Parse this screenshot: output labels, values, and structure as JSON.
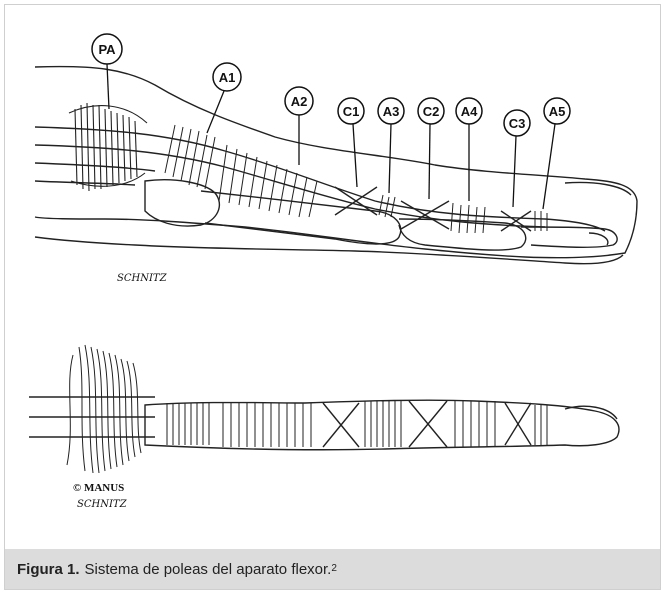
{
  "figure": {
    "top_labels": [
      "PA",
      "A1",
      "A2",
      "C1",
      "A3",
      "C2",
      "A4",
      "C3",
      "A5"
    ],
    "signature_top": "SCHNITZ",
    "copyright": "© MANUS",
    "signature_bottom": "SCHNITZ",
    "caption": {
      "label": "Figura 1.",
      "text": "Sistema de poleas del aparato flexor.",
      "superscript": "2"
    }
  }
}
